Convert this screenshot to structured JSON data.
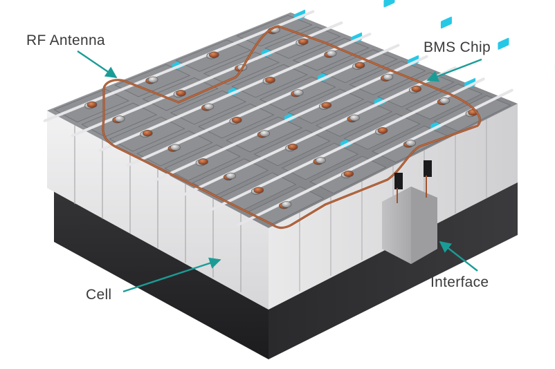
{
  "labels": {
    "rf_antenna": "RF Antenna",
    "bms_chip": "BMS Chip",
    "cell": "Cell",
    "interface": "Interface"
  },
  "colors": {
    "callout_arrow": "#1a9c96",
    "callout_text": "#3a3a3a",
    "antenna_wire": "#a0522d",
    "bms_chip": "#27c8e6",
    "base_tray": "#2b2b2d",
    "cell_casing": "#c9c9cb",
    "terminal_copper": "#b8542e"
  },
  "icons": [
    "arrow-rf",
    "arrow-bms",
    "arrow-cell",
    "arrow-interface"
  ]
}
